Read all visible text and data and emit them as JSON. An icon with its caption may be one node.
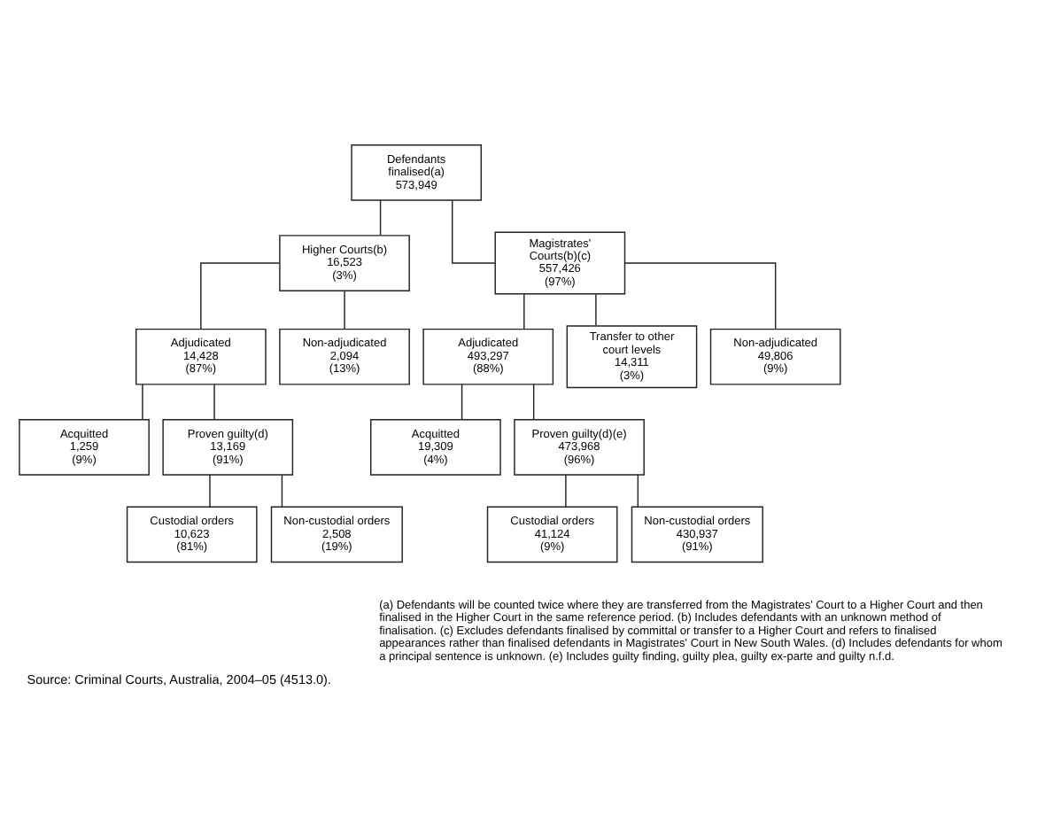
{
  "diagram": {
    "caption": "Source: Criminal Courts, Australia, 2004–05 (4513.0).",
    "nodes": [
      {
        "text": [
          "Defendants finalised(a)",
          "573,949"
        ]
      },
      {
        "text": [
          "Higher Courts(b)",
          "16,523",
          "(3%)"
        ]
      },
      {
        "text": [
          "Magistrates' Courts(b)(c)",
          "557,426",
          "(97%)"
        ]
      },
      {
        "text": [
          "Adjudicated",
          "14,428",
          "(87%)"
        ]
      },
      {
        "text": [
          "Non-adjudicated",
          "2,094",
          "(13%)"
        ]
      },
      {
        "text": [
          "Adjudicated",
          "493,297",
          "(88%)"
        ]
      },
      {
        "text": [
          "Transfer to other court levels",
          "14,311",
          "(3%)"
        ]
      },
      {
        "text": [
          "Non-adjudicated",
          "49,806",
          "(9%)"
        ]
      },
      {
        "text": [
          "Acquitted",
          "1,259",
          "(9%)"
        ]
      },
      {
        "text": [
          "Proven guilty(d)",
          "13,169",
          "(91%)"
        ]
      },
      {
        "text": [
          "Acquitted",
          "19,309",
          "(4%)"
        ]
      },
      {
        "text": [
          "Proven guilty(d)(e)",
          "473,968",
          "(96%)"
        ]
      },
      {
        "text": [
          "Custodial orders",
          "10,623",
          "(81%)"
        ]
      },
      {
        "text": [
          "Non-custodial orders",
          "2,508",
          "(19%)"
        ]
      },
      {
        "text": [
          "Custodial orders",
          "41,124",
          "(9%)"
        ]
      },
      {
        "text": [
          "Non-custodial orders",
          "430,937",
          "(91%)"
        ]
      }
    ],
    "edges": [
      {
        "from": 0,
        "to": 1,
        "arrow": "none"
      },
      {
        "from": 0,
        "to": 2,
        "arrow": "none"
      },
      {
        "from": 1,
        "to": 3,
        "arrow": "none"
      },
      {
        "from": 1,
        "to": 4,
        "arrow": "none"
      },
      {
        "from": 2,
        "to": 5,
        "arrow": "none"
      },
      {
        "from": 2,
        "to": 6,
        "arrow": "none"
      },
      {
        "from": 2,
        "to": 7,
        "arrow": "none"
      },
      {
        "from": 3,
        "to": 8,
        "arrow": "none"
      },
      {
        "from": 3,
        "to": 9,
        "arrow": "none"
      },
      {
        "from": 5,
        "to": 10,
        "arrow": "none"
      },
      {
        "from": 5,
        "to": 11,
        "arrow": "none"
      },
      {
        "from": 9,
        "to": 12,
        "arrow": "none"
      },
      {
        "from": 9,
        "to": 13,
        "arrow": "none"
      },
      {
        "from": 11,
        "to": 14,
        "arrow": "none"
      },
      {
        "from": 11,
        "to": 15,
        "arrow": "none"
      }
    ],
    "labels": [
      "(a) Defendants will be counted twice where they are transferred from the Magistrates' Court to a Higher Court and then finalised in the Higher Court in the same reference period. (b) Includes defendants with an unknown method of finalisation. (c) Excludes defendants finalised by committal or transfer to a Higher Court and refers to finalised appearances rather than finalised defendants in Magistrates' Court in New South Wales. (d) Includes defendants for whom a principal sentence is unknown. (e) Includes guilty finding, guilty plea, guilty ex-parte and guilty n.f.d."
    ]
  }
}
